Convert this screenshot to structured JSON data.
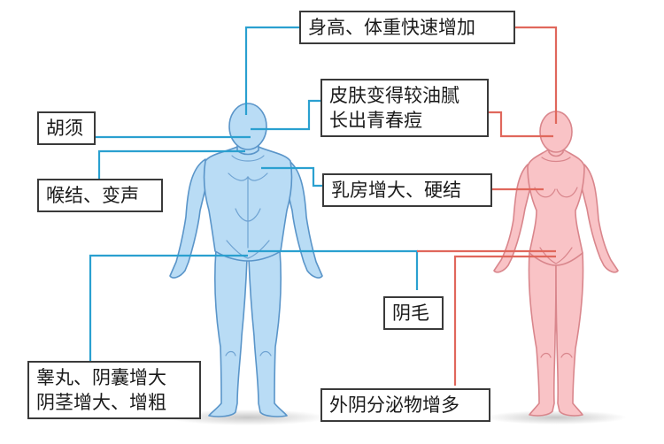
{
  "labels": {
    "height_weight": "身高、体重快速增加",
    "skin_line1": "皮肤变得较油腻",
    "skin_line2": "长出青春痘",
    "beard": "胡须",
    "throat_voice": "喉结、变声",
    "breast": "乳房增大、硬结",
    "pubic_hair": "阴毛",
    "genital_line1": "睾丸、阴囊增大",
    "genital_line2": "阴茎增大、增粗",
    "discharge": "外阴分泌物增多"
  },
  "colors": {
    "male_fill": "#b9dcf5",
    "male_stroke": "#5a95c9",
    "female_fill": "#f9c3c6",
    "female_stroke": "#d9868c",
    "male_line": "#2aa0d0",
    "female_line": "#e0675c",
    "box_border": "#3a3a3a"
  }
}
